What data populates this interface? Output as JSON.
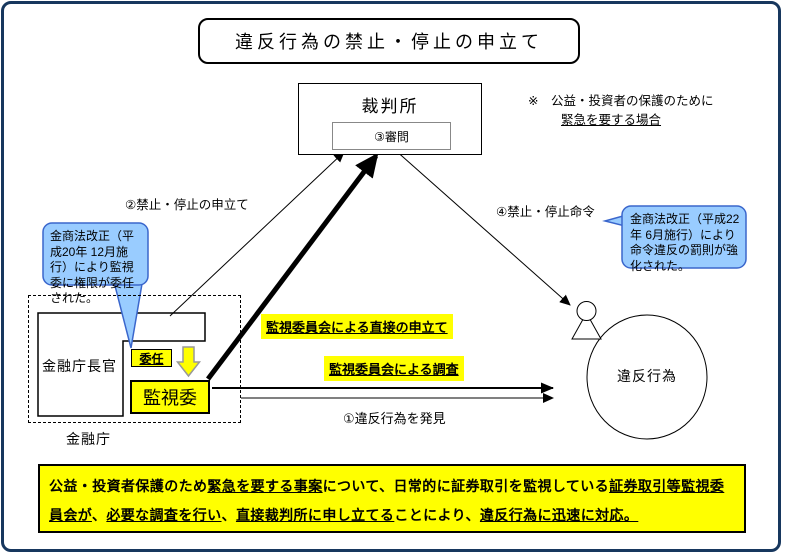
{
  "title": "違反行為の禁止・停止の申立て",
  "court": {
    "label": "裁判所",
    "hearing": "③審問"
  },
  "note": {
    "line1": "※　公益・投資者の保護のために",
    "line2": "緊急を要する場合"
  },
  "labels": {
    "petition": "②禁止・停止の申立て",
    "order": "④禁止・停止命令",
    "direct_petition": "監視委員会による直接の申立て",
    "investigation": "監視委員会による調査",
    "discovery": "①違反行為を発見"
  },
  "callout_left": {
    "text": "金商法改正（平成20年 12月施行）により監視委に権限が委任された。"
  },
  "callout_right": {
    "text": "金商法改正（平成22年 6月施行）により命令違反の罰則が強化された。"
  },
  "fsa": {
    "agency": "金融庁",
    "commissioner": "金融庁長官",
    "delegation": "委任",
    "sesc": "監視委"
  },
  "violation": {
    "label": "違反行為"
  },
  "summary": {
    "segments": [
      {
        "t": "公益・投資者保護のため"
      },
      {
        "t": "緊急を要する事案",
        "u": true
      },
      {
        "t": "について、日常的に証券取引を監視している"
      },
      {
        "t": "証券取引等監視委員会が",
        "u": true
      },
      {
        "t": "、"
      },
      {
        "t": "必要な調査を行い",
        "u": true
      },
      {
        "t": "、"
      },
      {
        "t": "直接裁判所に申し立てる",
        "u": true
      },
      {
        "t": "ことにより、"
      },
      {
        "t": "違反行為に迅速に対応。",
        "u": true
      }
    ]
  },
  "colors": {
    "frame": "#17375E",
    "callout_fill": "#99CCFF",
    "callout_border": "#3A66CC",
    "highlight_yellow": "#FFFF00",
    "arrow_black": "#000000",
    "block_arrow_border": "#999999"
  }
}
